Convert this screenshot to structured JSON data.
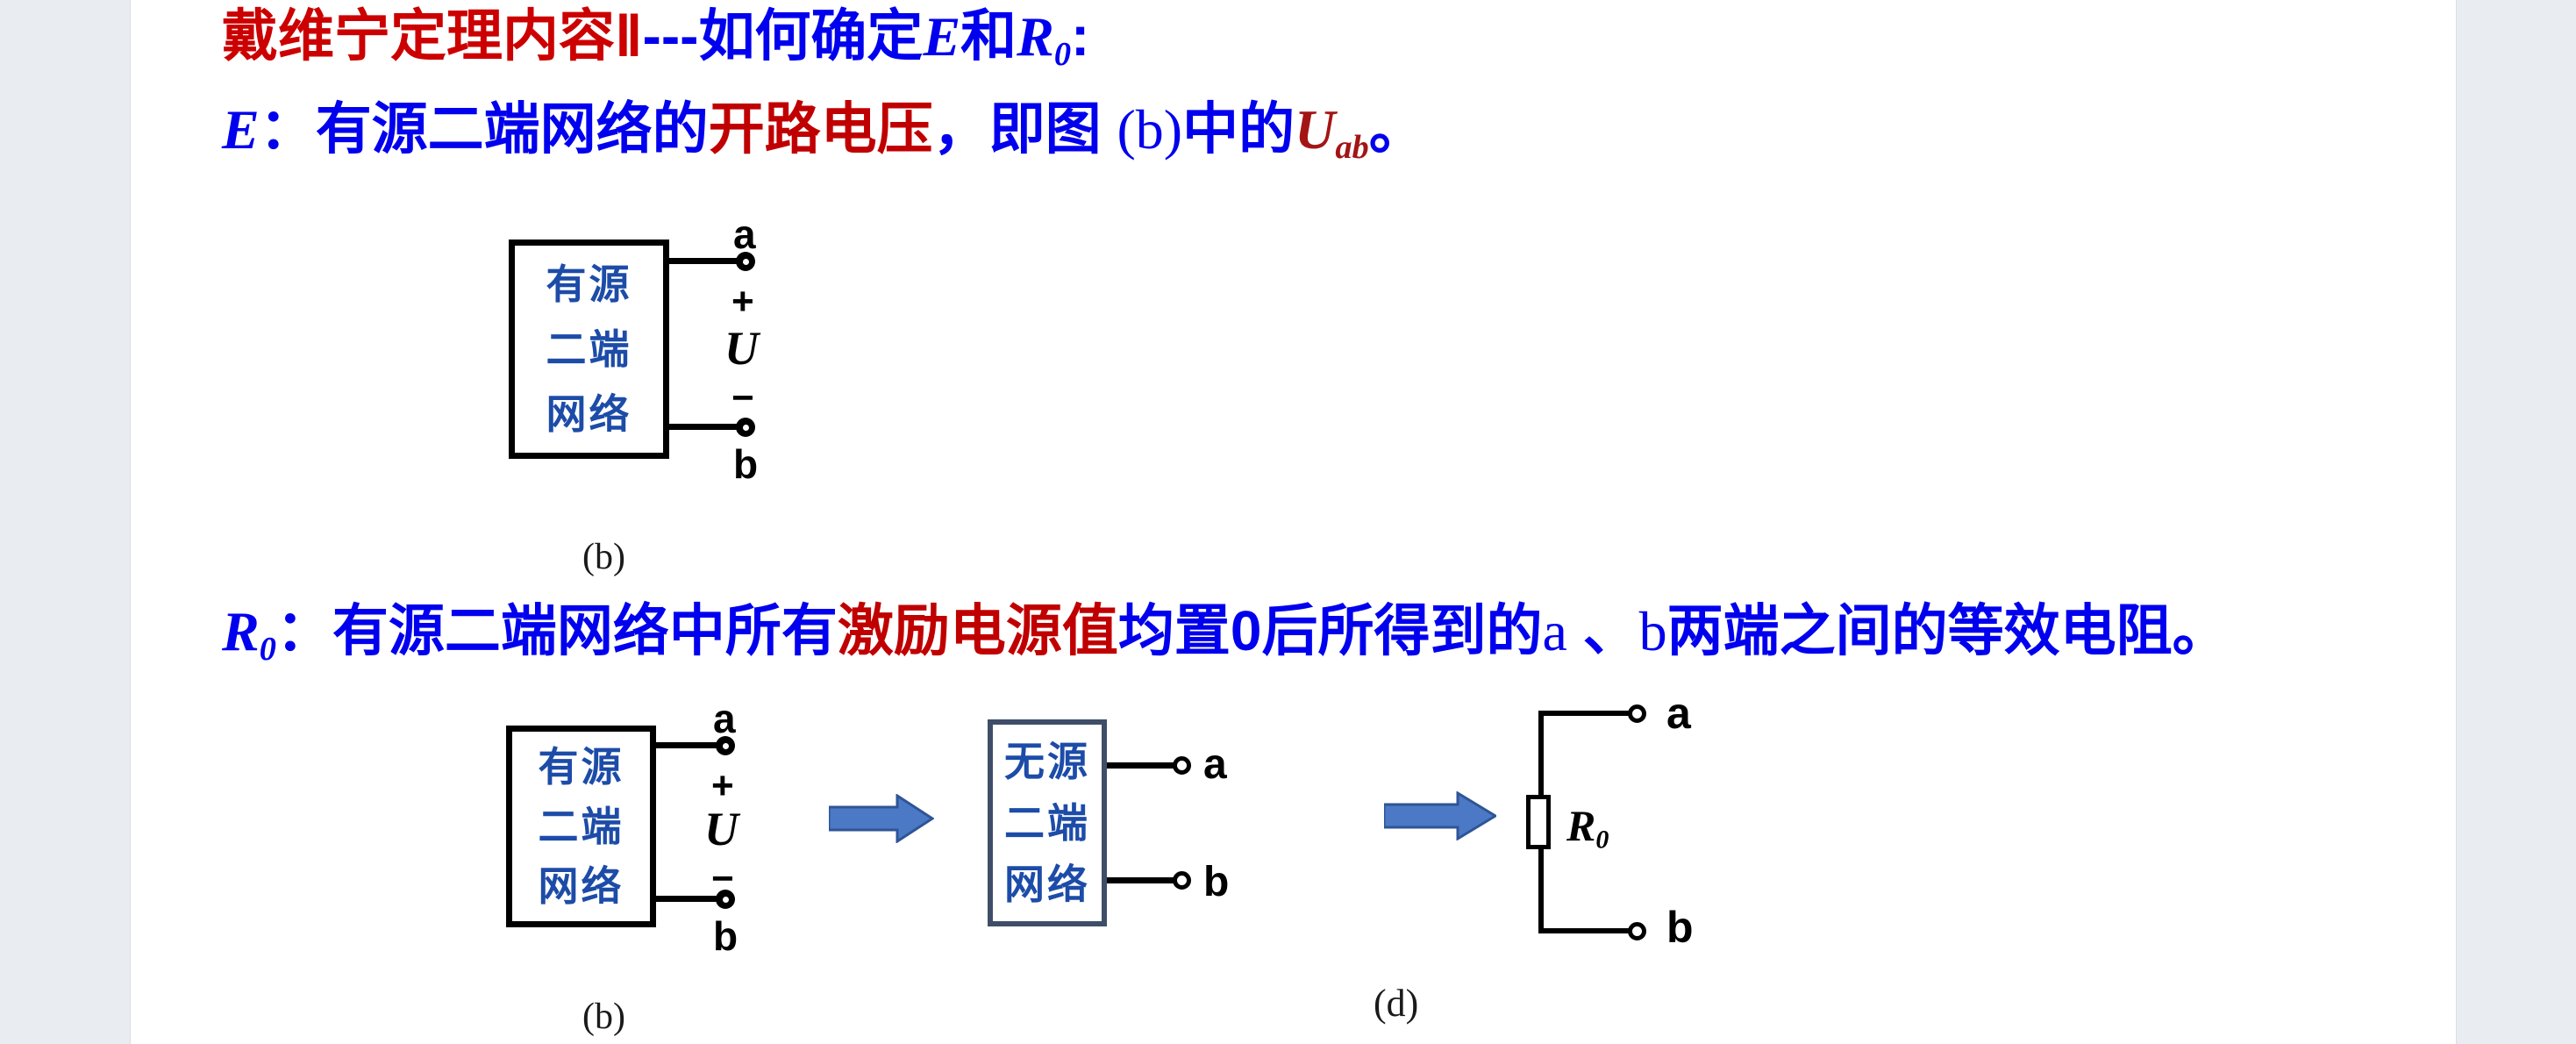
{
  "colors": {
    "title_red": "#CC0000",
    "text_blue": "#0000EE",
    "accent_red": "#C00000",
    "dark_red": "#A31515",
    "box_text_blue": "#1D4CA8",
    "slate_border": "#3F4E68",
    "arrow_fill": "#4B79C6",
    "arrow_stroke": "#2F5596",
    "margin_strip": "#E9EDF1",
    "wire_black": "#000000"
  },
  "title": {
    "part1": "戴维宁定理内容Ⅱ",
    "part2": "---如何确定",
    "e_var": "E",
    "and_word": "和",
    "r_var": "R",
    "r_sub": "0",
    "colon": ":"
  },
  "line_e": {
    "e_var": "E",
    "colon": "：",
    "s1": "有源二端网络的",
    "s2_red": "开路电压",
    "s3": "，即图 ",
    "s4_fig": "(b)",
    "s5": "中的",
    "u_var": "U",
    "u_sub": "ab",
    "period": "。"
  },
  "line_r": {
    "r_var": "R",
    "r_sub": "0",
    "colon": "：",
    "s1": "有源二端网络中所有",
    "s2_red": "激励电源值",
    "s3": "均置0后所得到的",
    "s4_a": "a",
    "s5_comma": " 、",
    "s6_b": "b",
    "s7": "两端之间的等效电阻。"
  },
  "figure_b_top": {
    "box_lines": [
      "有源",
      "二端",
      "网络"
    ],
    "terminal_a": "a",
    "plus": "+",
    "voltage": "U",
    "minus": "−",
    "terminal_b": "b",
    "caption": "(b)"
  },
  "figure_b_bottom": {
    "box_lines": [
      "有源",
      "二端",
      "网络"
    ],
    "terminal_a": "a",
    "plus": "+",
    "voltage": "U",
    "minus": "−",
    "terminal_b": "b",
    "caption": "(b)"
  },
  "figure_passive": {
    "box_lines": [
      "无源",
      "二端",
      "网络"
    ],
    "terminal_a": "a",
    "terminal_b": "b",
    "caption": "(d)"
  },
  "figure_r0": {
    "r_var": "R",
    "r_sub": "0",
    "terminal_a": "a",
    "terminal_b": "b"
  }
}
